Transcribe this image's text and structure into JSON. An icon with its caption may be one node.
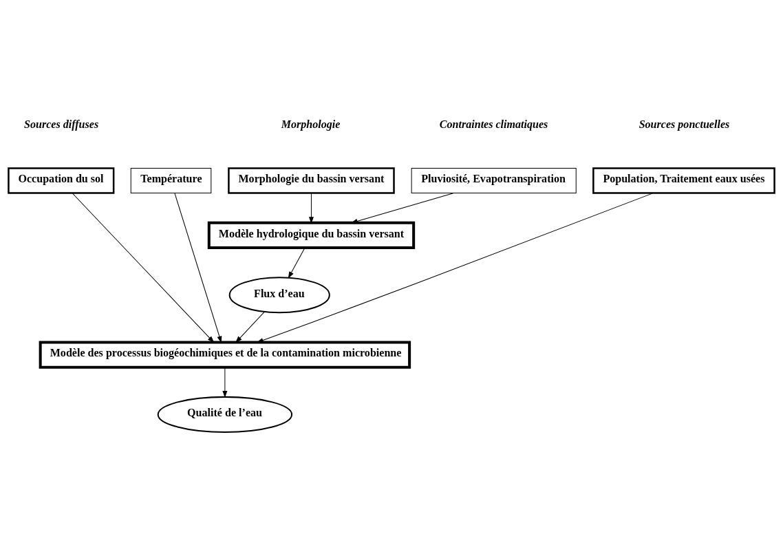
{
  "diagram": {
    "nodes": [
      {
        "text": [
          "Population, Traitement eaux usées"
        ]
      },
      {
        "text": [
          "Occupation du sol"
        ]
      },
      {
        "text": [
          "Morphologie du bassin versant"
        ]
      },
      {
        "text": [
          "Pluviosité, Evapotranspiration"
        ]
      },
      {
        "text": [
          "Température"
        ]
      },
      {
        "text": [
          "Modèle hydrologique du bassin versant"
        ]
      },
      {
        "text": [
          "Flux d’eau"
        ]
      },
      {
        "text": [
          "Modèle des processus biogéochimiques et de la contamination microbienne"
        ]
      },
      {
        "text": [
          "Qualité de l’eau"
        ]
      }
    ],
    "edges": [
      {
        "from": 2,
        "to": 5,
        "arrow": "to"
      },
      {
        "from": 3,
        "to": 5,
        "arrow": "to"
      },
      {
        "from": 5,
        "to": 6,
        "arrow": "to"
      },
      {
        "from": 6,
        "to": 7,
        "arrow": "to"
      },
      {
        "from": 4,
        "to": 7,
        "arrow": "to"
      },
      {
        "from": 1,
        "to": 7,
        "arrow": "to"
      },
      {
        "from": 0,
        "to": 7,
        "arrow": "to"
      },
      {
        "from": 7,
        "to": 8,
        "arrow": "to"
      }
    ],
    "labels": [
      "Sources ponctuelles",
      "Sources diffuses",
      "Morphologie",
      "Contraintes climatiques"
    ]
  }
}
